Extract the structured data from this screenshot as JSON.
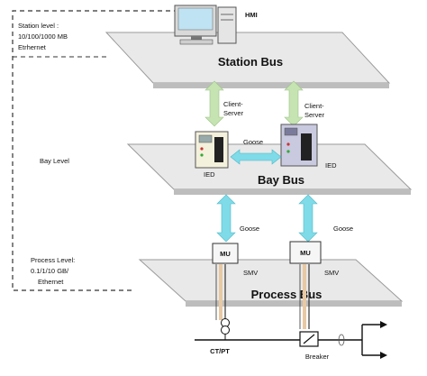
{
  "levels": {
    "station": {
      "line1": "Station level :",
      "line2": "10/100/1000 MB",
      "line3": "Etrhernet"
    },
    "bay": {
      "label": "Bay Level"
    },
    "process": {
      "line1": "Process Level:",
      "line2": "0.1/1/10 GB/",
      "line3": "Ethernet"
    }
  },
  "buses": {
    "station": "Station Bus",
    "bay": "Bay Bus",
    "process": "Process Bus"
  },
  "hmi": {
    "label": "HMI"
  },
  "links": {
    "client_server_left": {
      "line1": "Client-",
      "line2": "Server"
    },
    "client_server_right": {
      "line1": "Client-",
      "line2": "Server"
    },
    "goose_ied": "Goose",
    "goose_left": "Goose",
    "goose_right": "Goose"
  },
  "ieds": {
    "left": "IED",
    "right": "IED"
  },
  "mus": {
    "left": "MU",
    "right": "MU"
  },
  "smv": {
    "left": "SMV",
    "right": "SMV"
  },
  "equipment": {
    "ctpt": "CT/PT",
    "breaker": "Breaker"
  },
  "colors": {
    "plate_face": "#e9e9e9",
    "plate_edge": "#9a9a9a",
    "arrow_green": "#c6e3b2",
    "arrow_cyan": "#7fdbe8",
    "smv_line": "#e8c9a4",
    "ied_body": "#f3f0dc",
    "ied_body_right": "#c9c9e0",
    "dashed": "#333333"
  }
}
